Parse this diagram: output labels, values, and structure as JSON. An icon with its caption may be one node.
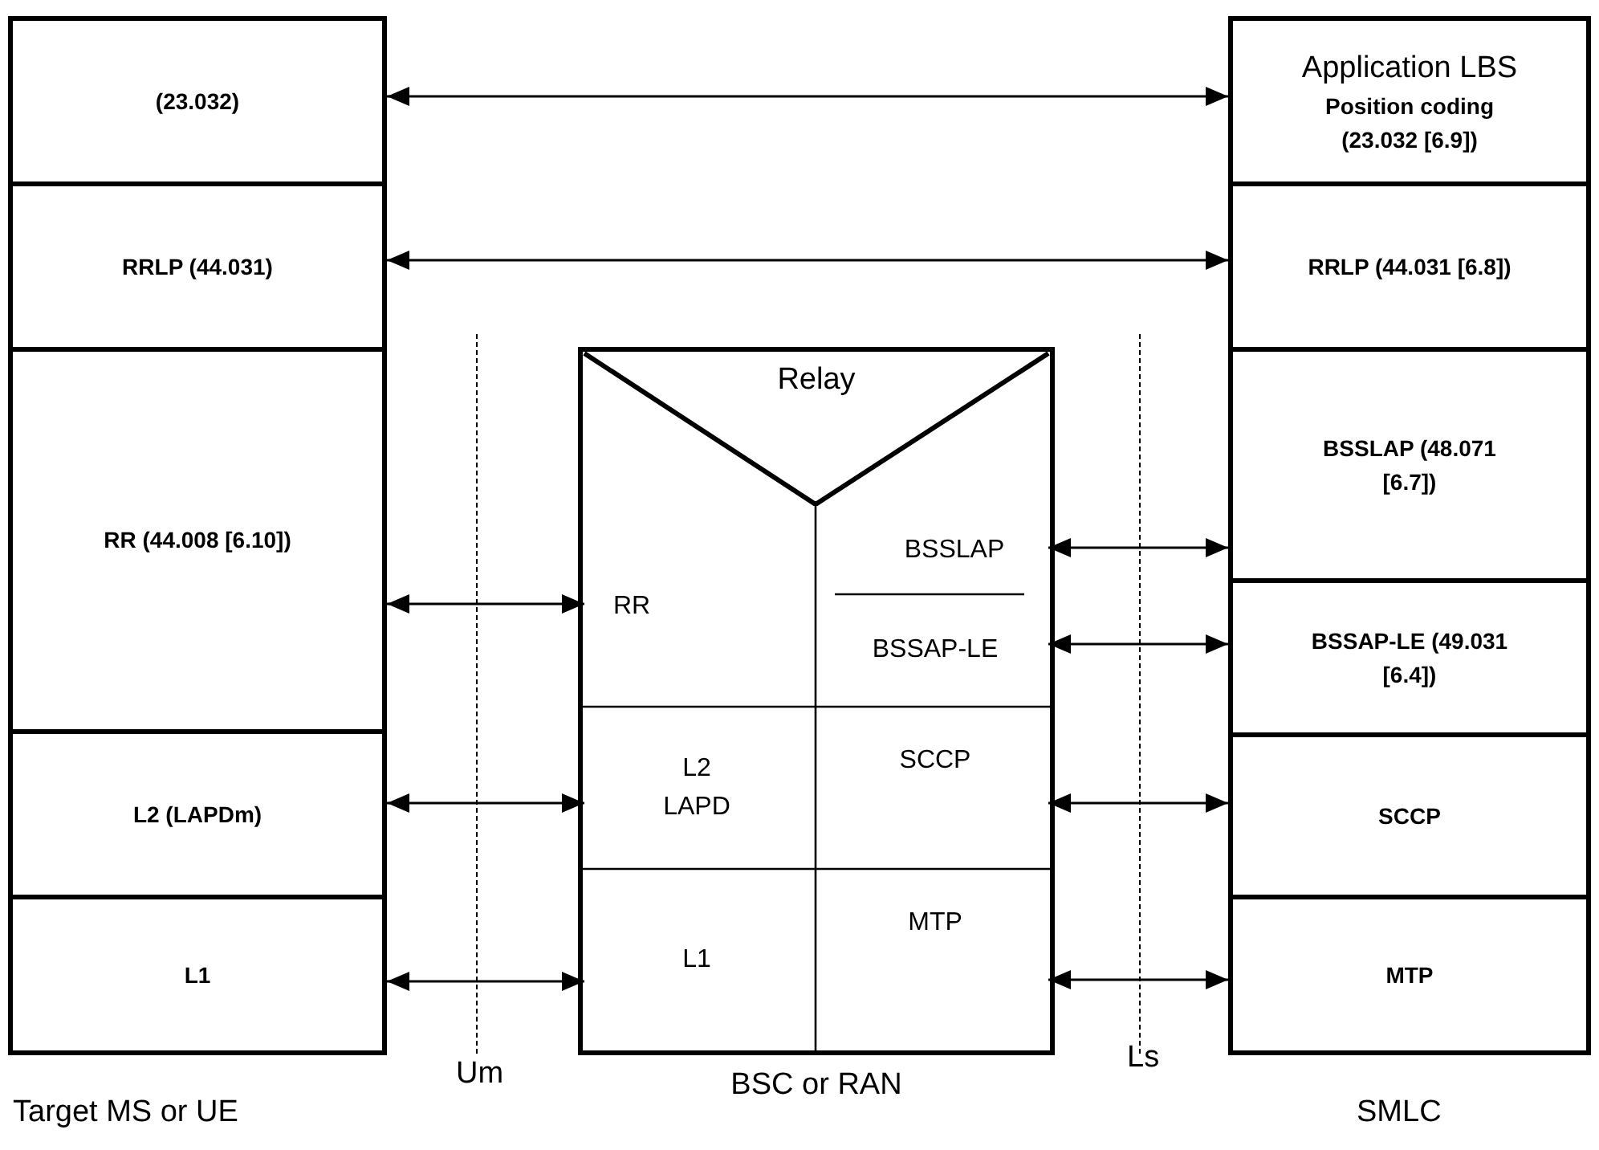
{
  "diagram": {
    "nodes": [
      {
        "text": [
          "(23.032)"
        ]
      },
      {
        "text": [
          "RRLP (44.031)"
        ]
      },
      {
        "text": [
          "RR (44.008 [6.10])"
        ]
      },
      {
        "text": [
          "L2 (LAPDm)"
        ]
      },
      {
        "text": [
          "L1"
        ]
      },
      {
        "text": [
          "BSC or RAN"
        ]
      },
      {
        "text": [
          "Relay"
        ],
        "in": 5
      },
      {
        "text": [
          "RR"
        ],
        "in": 5
      },
      {
        "text": [
          "BSSLAP"
        ],
        "in": 5
      },
      {
        "text": [
          "BSSAP-LE"
        ],
        "in": 5
      },
      {
        "text": [
          "L2 LAPD"
        ],
        "in": 5
      },
      {
        "text": [
          "SCCP"
        ],
        "in": 5
      },
      {
        "text": [
          "L1"
        ],
        "in": 5
      },
      {
        "text": [
          "MTP"
        ],
        "in": 5
      },
      {
        "text": [
          "Application LBS",
          "Position coding (23.032 [6.9])"
        ]
      },
      {
        "text": [
          "RRLP (44.031 [6.8])"
        ]
      },
      {
        "text": [
          "BSSLAP (48.071 [6.7])"
        ]
      },
      {
        "text": [
          "BSSAP-LE (49.031 [6.4])"
        ]
      },
      {
        "text": [
          "SCCP"
        ]
      },
      {
        "text": [
          "MTP"
        ]
      }
    ],
    "edges": [
      {
        "from": 0,
        "to": 14,
        "arrow": "both"
      },
      {
        "from": 1,
        "to": 15,
        "arrow": "both"
      },
      {
        "from": 2,
        "to": 7,
        "arrow": "both"
      },
      {
        "from": 3,
        "to": 10,
        "arrow": "both"
      },
      {
        "from": 4,
        "to": 12,
        "arrow": "both"
      },
      {
        "from": 8,
        "to": 16,
        "arrow": "both"
      },
      {
        "from": 9,
        "to": 17,
        "arrow": "both"
      },
      {
        "from": 11,
        "to": 18,
        "arrow": "both"
      },
      {
        "from": 13,
        "to": 19,
        "arrow": "both"
      }
    ],
    "labels": [
      "Um",
      "Ls",
      "Target MS or UE",
      "SMLC"
    ]
  }
}
